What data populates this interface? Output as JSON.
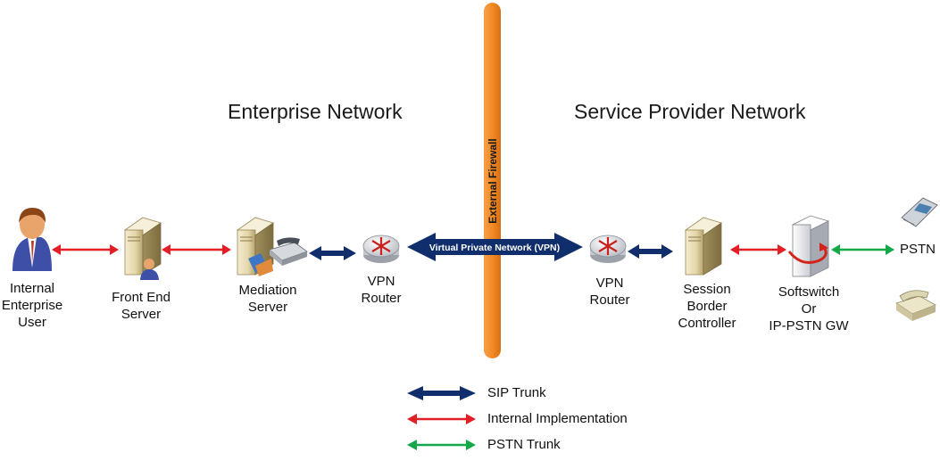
{
  "regions": {
    "enterprise": "Enterprise Network",
    "provider": "Service Provider Network"
  },
  "firewall": {
    "label": "External Firewall",
    "color": "#f28a25"
  },
  "vpn": {
    "label": "Virtual Private Network (VPN)"
  },
  "nodes": {
    "user": "Internal\nEnterprise\nUser",
    "front_end": "Front End\nServer",
    "mediation": "Mediation\nServer",
    "vpn_router_left": "VPN\nRouter",
    "vpn_router_right": "VPN\nRouter",
    "sbc": "Session\nBorder\nController",
    "softswitch": "Softswitch\nOr\nIP-PSTN GW",
    "pstn": "PSTN"
  },
  "legend": [
    {
      "label": "SIP Trunk",
      "color": "#0f2e6b"
    },
    {
      "label": "Internal Implementation",
      "color": "#e31e24"
    },
    {
      "label": "PSTN Trunk",
      "color": "#15a84a"
    }
  ],
  "colors": {
    "sip": "#0f2e6b",
    "internal": "#e31e24",
    "pstn": "#15a84a"
  }
}
